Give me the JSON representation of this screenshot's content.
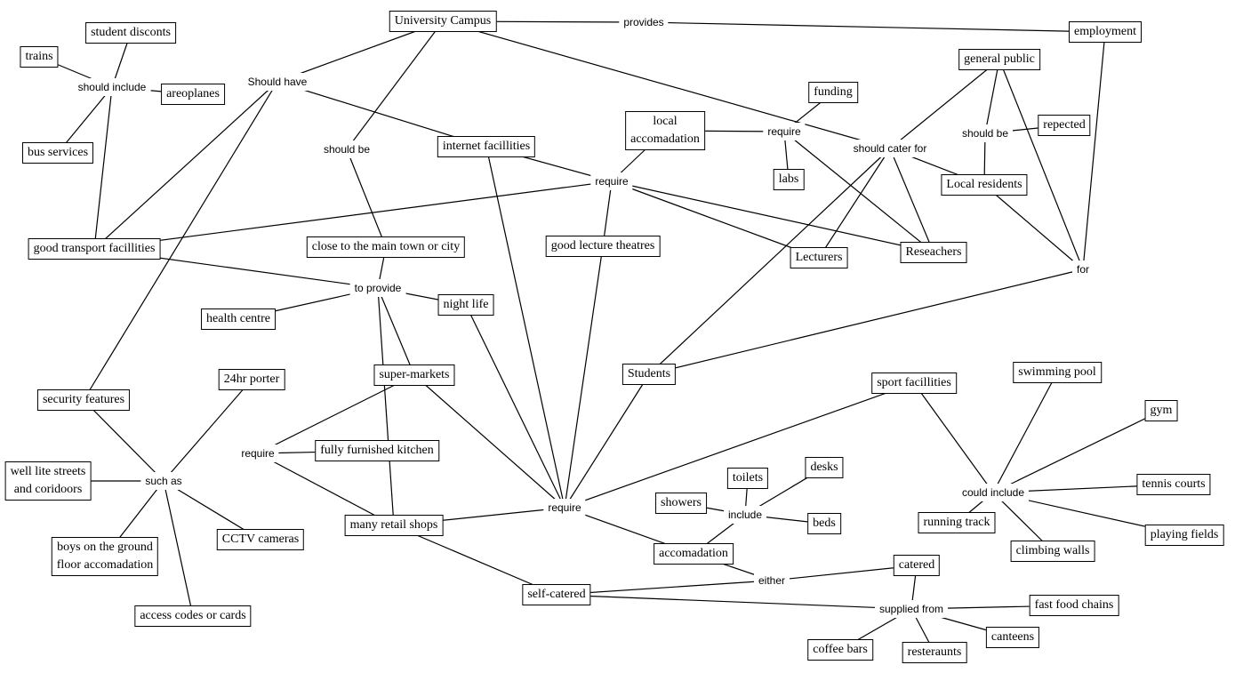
{
  "title": "University Campus concept map",
  "nodes": [
    {
      "id": "campus",
      "label": "University Campus",
      "kind": "concept"
    },
    {
      "id": "employment",
      "label": "employment",
      "kind": "concept"
    },
    {
      "id": "student_discounts",
      "label": "student disconts",
      "kind": "concept"
    },
    {
      "id": "trains",
      "label": "trains",
      "kind": "concept"
    },
    {
      "id": "areoplanes",
      "label": "areoplanes",
      "kind": "concept"
    },
    {
      "id": "bus",
      "label": "bus services",
      "kind": "concept"
    },
    {
      "id": "funding",
      "label": "funding",
      "kind": "concept"
    },
    {
      "id": "general_public",
      "label": "general public",
      "kind": "concept"
    },
    {
      "id": "repected",
      "label": "repected",
      "kind": "concept"
    },
    {
      "id": "local_acc",
      "label": "local\naccomadation",
      "kind": "concept"
    },
    {
      "id": "internet",
      "label": "internet facillities",
      "kind": "concept"
    },
    {
      "id": "labs",
      "label": "labs",
      "kind": "concept"
    },
    {
      "id": "local_residents",
      "label": "Local residents",
      "kind": "concept"
    },
    {
      "id": "good_transport",
      "label": "good transport facillities",
      "kind": "concept"
    },
    {
      "id": "close_town",
      "label": "close to the main town or city",
      "kind": "concept"
    },
    {
      "id": "lecture",
      "label": "good lecture theatres",
      "kind": "concept"
    },
    {
      "id": "lecturers",
      "label": "Lecturers",
      "kind": "concept"
    },
    {
      "id": "reseachers",
      "label": "Reseachers",
      "kind": "concept"
    },
    {
      "id": "health",
      "label": "health centre",
      "kind": "concept"
    },
    {
      "id": "night_life",
      "label": "night life",
      "kind": "concept"
    },
    {
      "id": "students",
      "label": "Students",
      "kind": "concept"
    },
    {
      "id": "super_markets",
      "label": "super-markets",
      "kind": "concept"
    },
    {
      "id": "security",
      "label": "security features",
      "kind": "concept"
    },
    {
      "id": "porter",
      "label": "24hr porter",
      "kind": "concept"
    },
    {
      "id": "sport",
      "label": "sport facillities",
      "kind": "concept"
    },
    {
      "id": "swimming",
      "label": "swimming pool",
      "kind": "concept"
    },
    {
      "id": "gym",
      "label": "gym",
      "kind": "concept"
    },
    {
      "id": "kitchen",
      "label": "fully furnished kitchen",
      "kind": "concept"
    },
    {
      "id": "well_lite",
      "label": "well lite streets\nand coridoors",
      "kind": "concept"
    },
    {
      "id": "toilets",
      "label": "toilets",
      "kind": "concept"
    },
    {
      "id": "desks",
      "label": "desks",
      "kind": "concept"
    },
    {
      "id": "showers",
      "label": "showers",
      "kind": "concept"
    },
    {
      "id": "beds",
      "label": "beds",
      "kind": "concept"
    },
    {
      "id": "cctv",
      "label": "CCTV cameras",
      "kind": "concept"
    },
    {
      "id": "running",
      "label": "running track",
      "kind": "concept"
    },
    {
      "id": "climbing",
      "label": "climbing walls",
      "kind": "concept"
    },
    {
      "id": "tennis",
      "label": "tennis courts",
      "kind": "concept"
    },
    {
      "id": "playing",
      "label": "playing fields",
      "kind": "concept"
    },
    {
      "id": "retail",
      "label": "many retail shops",
      "kind": "concept"
    },
    {
      "id": "boys",
      "label": "boys on the ground\nfloor accomadation",
      "kind": "concept"
    },
    {
      "id": "accomadation",
      "label": "accomadation",
      "kind": "concept"
    },
    {
      "id": "catered",
      "label": "catered",
      "kind": "concept"
    },
    {
      "id": "self_catered",
      "label": "self-catered",
      "kind": "concept"
    },
    {
      "id": "fast_food",
      "label": "fast food chains",
      "kind": "concept"
    },
    {
      "id": "canteens",
      "label": "canteens",
      "kind": "concept"
    },
    {
      "id": "coffee",
      "label": "coffee bars",
      "kind": "concept"
    },
    {
      "id": "resteraunts",
      "label": "resteraunts",
      "kind": "concept"
    },
    {
      "id": "access",
      "label": "access codes or cards",
      "kind": "concept"
    },
    {
      "id": "l_provides",
      "label": "provides",
      "kind": "link"
    },
    {
      "id": "l_should_include",
      "label": "should include",
      "kind": "link"
    },
    {
      "id": "l_should_have",
      "label": "Should have",
      "kind": "link"
    },
    {
      "id": "l_should_be1",
      "label": "should be",
      "kind": "link"
    },
    {
      "id": "l_require1",
      "label": "require",
      "kind": "link"
    },
    {
      "id": "l_should_cater",
      "label": "should cater for",
      "kind": "link"
    },
    {
      "id": "l_should_be2",
      "label": "should be",
      "kind": "link"
    },
    {
      "id": "l_require2",
      "label": "require",
      "kind": "link"
    },
    {
      "id": "l_for",
      "label": "for",
      "kind": "link"
    },
    {
      "id": "l_to_provide",
      "label": "to provide",
      "kind": "link"
    },
    {
      "id": "l_such_as",
      "label": "such as",
      "kind": "link"
    },
    {
      "id": "l_require3",
      "label": "require",
      "kind": "link"
    },
    {
      "id": "l_require4",
      "label": "require",
      "kind": "link"
    },
    {
      "id": "l_include",
      "label": "include",
      "kind": "link"
    },
    {
      "id": "l_could_include",
      "label": "could include",
      "kind": "link"
    },
    {
      "id": "l_either",
      "label": "either",
      "kind": "link"
    },
    {
      "id": "l_supplied",
      "label": "supplied from",
      "kind": "link"
    }
  ],
  "edges": [
    [
      "campus",
      "l_provides"
    ],
    [
      "l_provides",
      "employment"
    ],
    [
      "student_discounts",
      "l_should_include"
    ],
    [
      "trains",
      "l_should_include"
    ],
    [
      "areoplanes",
      "l_should_include"
    ],
    [
      "bus",
      "l_should_include"
    ],
    [
      "l_should_include",
      "good_transport"
    ],
    [
      "campus",
      "l_should_have"
    ],
    [
      "l_should_have",
      "internet"
    ],
    [
      "l_should_have",
      "good_transport"
    ],
    [
      "l_should_have",
      "security"
    ],
    [
      "campus",
      "l_should_be1"
    ],
    [
      "l_should_be1",
      "close_town"
    ],
    [
      "campus",
      "l_should_cater"
    ],
    [
      "general_public",
      "l_should_cater"
    ],
    [
      "l_should_cater",
      "local_residents"
    ],
    [
      "l_should_cater",
      "reseachers"
    ],
    [
      "l_should_cater",
      "lecturers"
    ],
    [
      "l_should_cater",
      "students"
    ],
    [
      "local_acc",
      "l_require1"
    ],
    [
      "funding",
      "l_require1"
    ],
    [
      "l_require1",
      "labs"
    ],
    [
      "l_require1",
      "reseachers"
    ],
    [
      "general_public",
      "l_should_be2"
    ],
    [
      "l_should_be2",
      "local_residents"
    ],
    [
      "l_should_be2",
      "repected"
    ],
    [
      "general_public",
      "l_for"
    ],
    [
      "local_residents",
      "l_for"
    ],
    [
      "employment",
      "l_for"
    ],
    [
      "l_for",
      "students"
    ],
    [
      "internet",
      "l_require2"
    ],
    [
      "local_acc",
      "l_require2"
    ],
    [
      "l_require2",
      "good_transport"
    ],
    [
      "l_require2",
      "lecture"
    ],
    [
      "l_require2",
      "lecturers"
    ],
    [
      "l_require2",
      "reseachers"
    ],
    [
      "good_transport",
      "l_to_provide"
    ],
    [
      "close_town",
      "l_to_provide"
    ],
    [
      "l_to_provide",
      "health"
    ],
    [
      "l_to_provide",
      "night_life"
    ],
    [
      "l_to_provide",
      "super_markets"
    ],
    [
      "l_to_provide",
      "retail"
    ],
    [
      "super_markets",
      "l_require3"
    ],
    [
      "l_require3",
      "kitchen"
    ],
    [
      "l_require3",
      "retail"
    ],
    [
      "security",
      "l_such_as"
    ],
    [
      "l_such_as",
      "porter"
    ],
    [
      "l_such_as",
      "well_lite"
    ],
    [
      "l_such_as",
      "boys"
    ],
    [
      "l_such_as",
      "cctv"
    ],
    [
      "l_such_as",
      "access"
    ],
    [
      "internet",
      "l_require4"
    ],
    [
      "night_life",
      "l_require4"
    ],
    [
      "lecture",
      "l_require4"
    ],
    [
      "students",
      "l_require4"
    ],
    [
      "super_markets",
      "l_require4"
    ],
    [
      "l_require4",
      "retail"
    ],
    [
      "l_require4",
      "sport"
    ],
    [
      "l_require4",
      "accomadation"
    ],
    [
      "retail",
      "self_catered"
    ],
    [
      "accomadation",
      "l_include"
    ],
    [
      "l_include",
      "toilets"
    ],
    [
      "l_include",
      "desks"
    ],
    [
      "l_include",
      "showers"
    ],
    [
      "l_include",
      "beds"
    ],
    [
      "accomadation",
      "l_either"
    ],
    [
      "l_either",
      "self_catered"
    ],
    [
      "l_either",
      "catered"
    ],
    [
      "catered",
      "l_supplied"
    ],
    [
      "self_catered",
      "l_supplied"
    ],
    [
      "l_supplied",
      "fast_food"
    ],
    [
      "l_supplied",
      "canteens"
    ],
    [
      "l_supplied",
      "coffee"
    ],
    [
      "l_supplied",
      "resteraunts"
    ],
    [
      "sport",
      "l_could_include"
    ],
    [
      "l_could_include",
      "swimming"
    ],
    [
      "l_could_include",
      "gym"
    ],
    [
      "l_could_include",
      "tennis"
    ],
    [
      "l_could_include",
      "playing"
    ],
    [
      "l_could_include",
      "climbing"
    ],
    [
      "l_could_include",
      "running"
    ]
  ]
}
